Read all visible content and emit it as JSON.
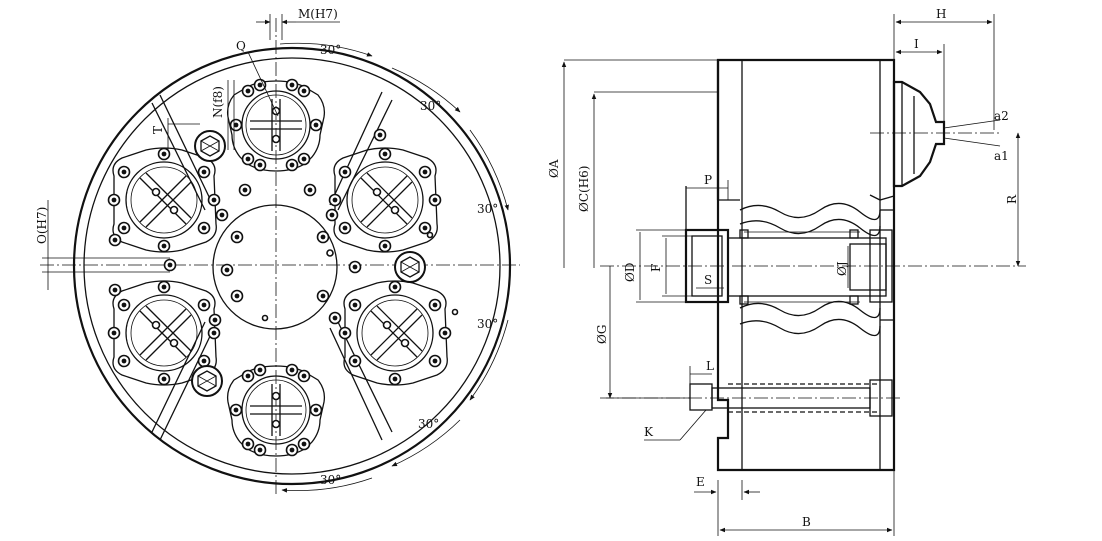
{
  "front_view": {
    "labels": {
      "m": "M(H7)",
      "q": "Q",
      "n": "N(f8)",
      "t": "T",
      "o": "O(H7)",
      "angle_top": "30°",
      "angle_tr": "30°",
      "angle_r1": "30°",
      "angle_r2": "30°",
      "angle_br": "30°",
      "angle_bottom": "30°"
    }
  },
  "side_view": {
    "labels": {
      "a": "ØA",
      "c": "ØC(H6)",
      "d": "ØD",
      "f": "F",
      "s": "S",
      "j": "ØJ",
      "g": "ØG",
      "p": "P",
      "l": "L",
      "k": "K",
      "e": "E",
      "b": "B",
      "h": "H",
      "i": "I",
      "r": "R",
      "a1": "a1",
      "a2": "a2"
    }
  }
}
